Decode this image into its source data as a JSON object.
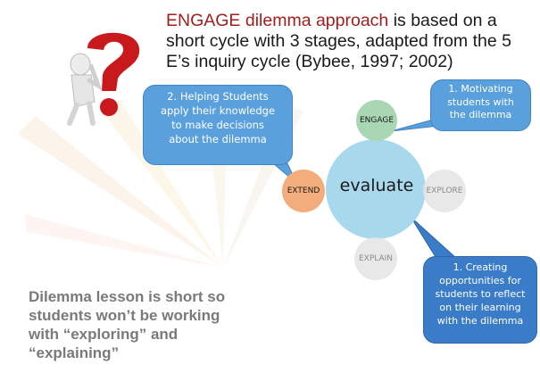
{
  "header": {
    "accent": "ENGAGE dilemma approach",
    "rest": " is based on a short cycle with 3 stages, adapted from the 5 E’s inquiry cycle (Bybee, 1997; 2002)"
  },
  "callouts": {
    "helping": [
      "2. Helping Students",
      "apply their knowledge",
      "to make decisions",
      "about  the dilemma"
    ],
    "motivating": [
      "1. Motivating",
      "students with",
      "the dilemma"
    ],
    "creating": [
      "1. Creating",
      "opportunities for",
      "students to reflect",
      "on their learning",
      "with  the dilemma"
    ]
  },
  "cycle": {
    "center": "evaluate",
    "nodes": {
      "engage": "ENGAGE",
      "extend": "EXTEND",
      "explore": "EXPLORE",
      "explain": "EXPLAIN"
    }
  },
  "footer": {
    "lines": [
      "Dilemma lesson is short so",
      "students won’t be working",
      "with “exploring” and",
      "“explaining”"
    ]
  },
  "colors": {
    "accent_text": "#a01e1e",
    "callout_light": "#5aa0dd",
    "callout_dark": "#3a7cc8",
    "center_circle": "#a8d8ec",
    "engage": "#a9d7b4",
    "extend": "#f3ad7c",
    "faded_node": "#e4e4e4"
  },
  "icons": {
    "illustration": "thinking-figure-question-mark-icon"
  }
}
